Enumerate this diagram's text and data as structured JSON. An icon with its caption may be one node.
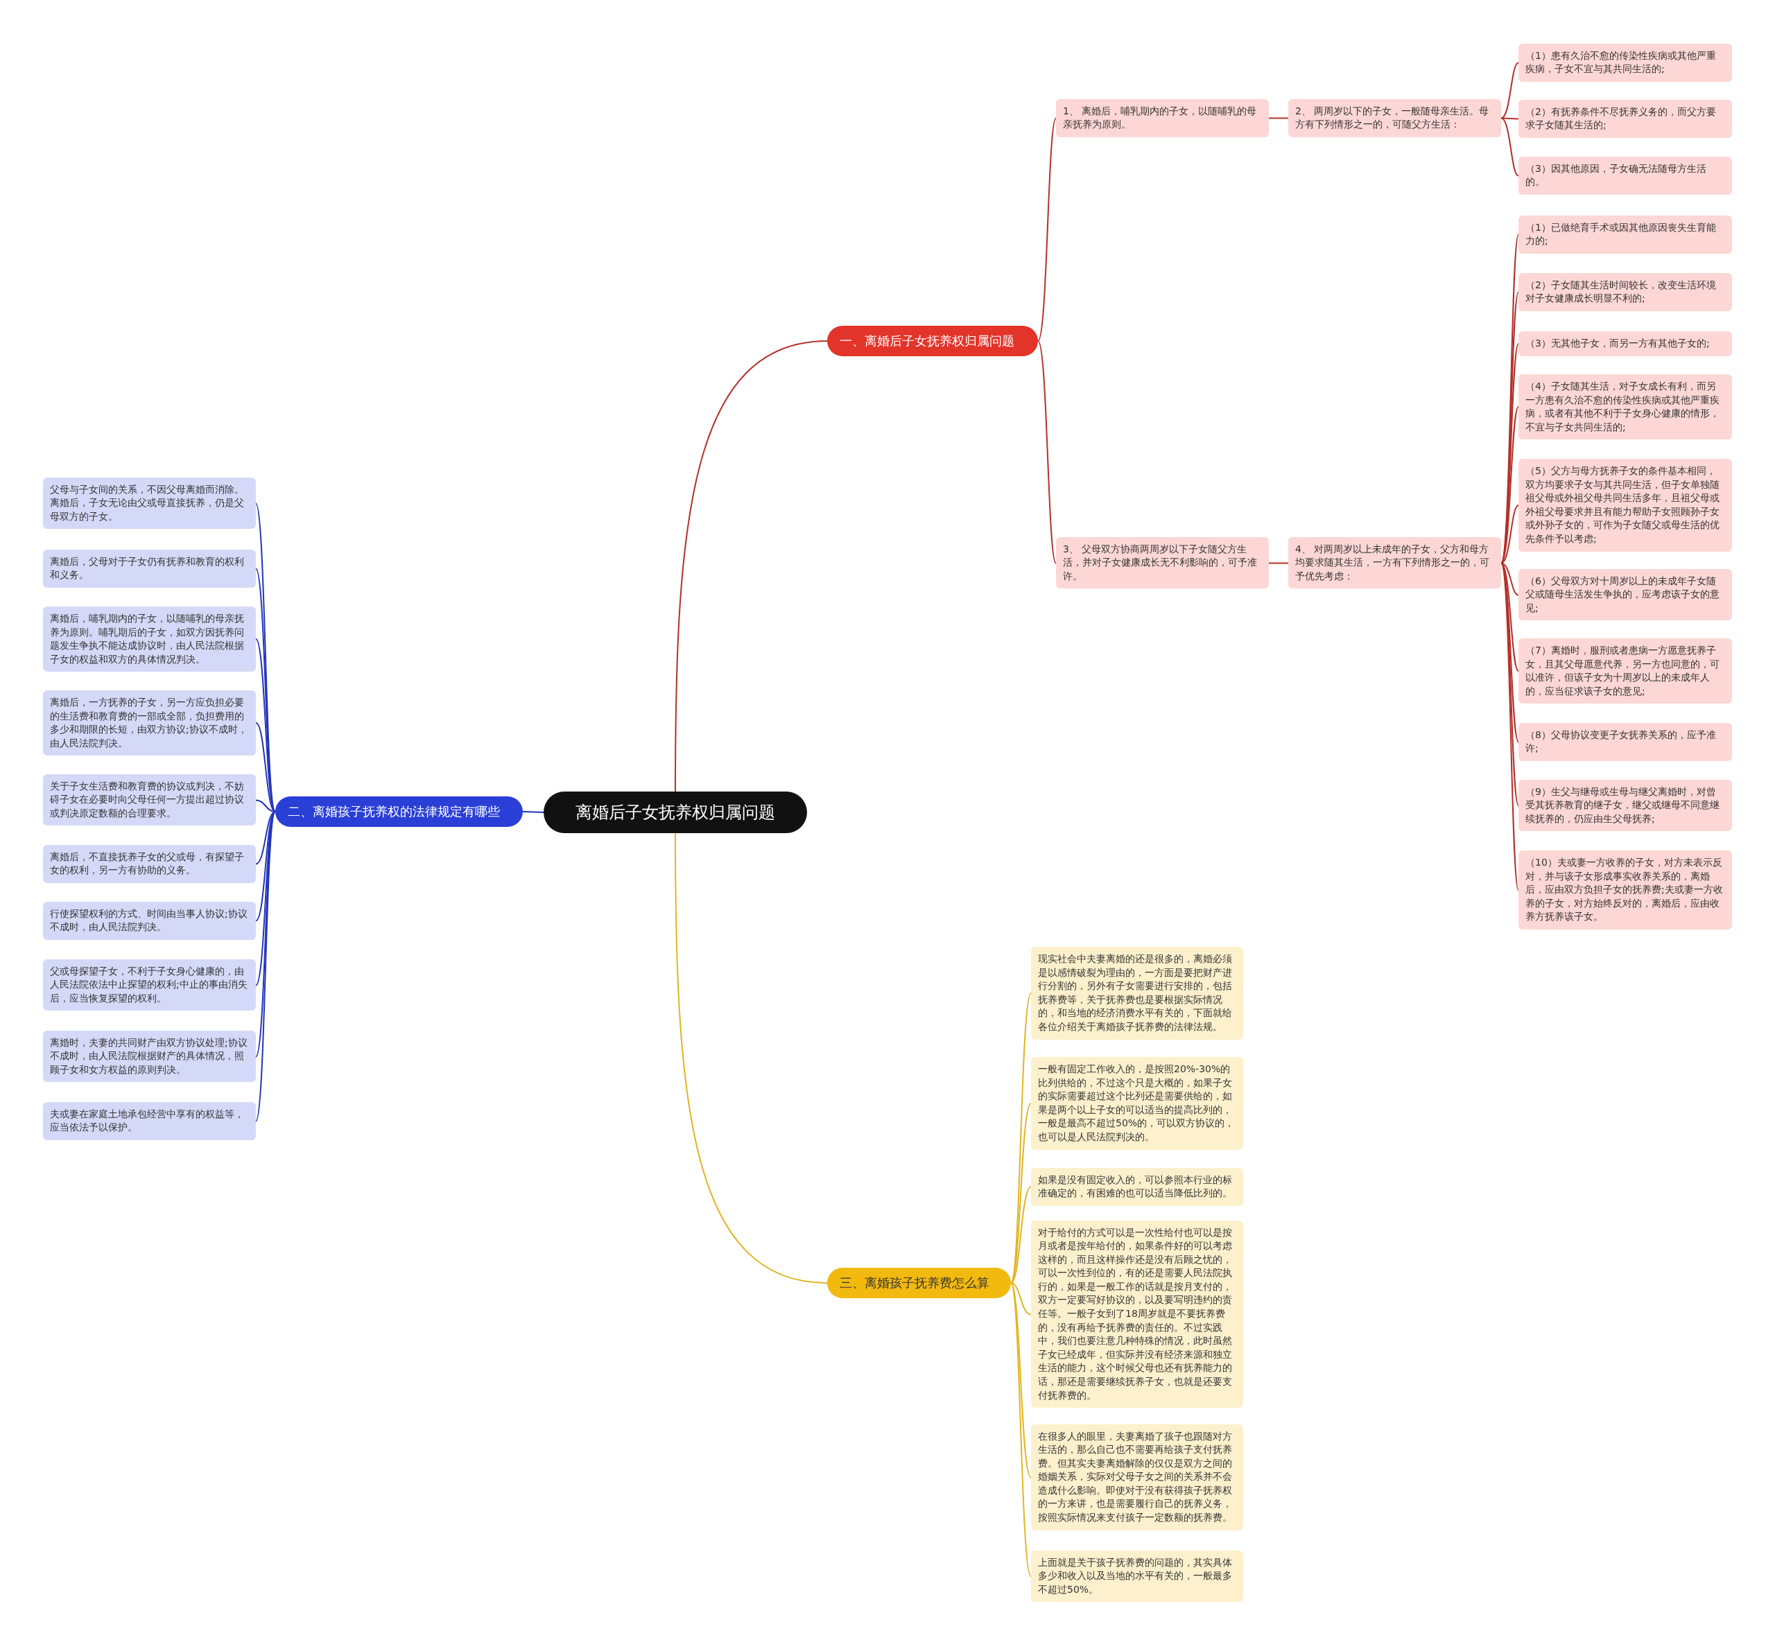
{
  "diagram": {
    "nodes": [
      {
        "text": [
          "离婚后子女抚养权归属问题"
        ]
      },
      {
        "text": [
          "一、离婚后子女抚养权归属问题"
        ]
      },
      {
        "text": [
          "1、 离婚后，哺乳期内的子女，以随哺乳的母亲抚养为原则。"
        ]
      },
      {
        "text": [
          "2、 两周岁以下的子女，一般随母亲生活。母方有下列情形之一的，可随父方生活："
        ]
      },
      {
        "text": [
          "（1）患有久治不愈的传染性疾病或其他严重疾病，子女不宜与其共同生活的;"
        ]
      },
      {
        "text": [
          "（2）有抚养条件不尽抚养义务的，而父方要求子女随其生活的;"
        ]
      },
      {
        "text": [
          "（3）因其他原因，子女确无法随母方生活的。"
        ]
      },
      {
        "text": [
          "3、 父母双方协商两周岁以下子女随父方生活，并对子女健康成长无不利影响的，可予准许。"
        ]
      },
      {
        "text": [
          "4、 对两周岁以上未成年的子女，父方和母方均要求随其生活，一方有下列情形之一的，可予优先考虑："
        ]
      },
      {
        "text": [
          "（1）已做绝育手术或因其他原因丧失生育能力的;"
        ]
      },
      {
        "text": [
          "（2）子女随其生活时间较长，改变生活环境对子女健康成长明显不利的;"
        ]
      },
      {
        "text": [
          "（3）无其他子女，而另一方有其他子女的;"
        ]
      },
      {
        "text": [
          "（4）子女随其生活，对子女成长有利，而另一方患有久治不愈的传染性疾病或其他严重疾病，或者有其他不利于子女身心健康的情形，不宜与子女共同生活的;"
        ]
      },
      {
        "text": [
          "（5）父方与母方抚养子女的条件基本相同，双方均要求子女与其共同生活，但子女单独随祖父母或外祖父母共同生活多年，且祖父母或外祖父母要求并且有能力帮助子女照顾孙子女或外孙子女的，可作为子女随父或母生活的优先条件予以考虑;"
        ]
      },
      {
        "text": [
          "（6）父母双方对十周岁以上的未成年子女随父或随母生活发生争执的，应考虑该子女的意见;"
        ]
      },
      {
        "text": [
          "（7）离婚时，服刑或者患病一方愿意抚养子女，且其父母愿意代养，另一方也同意的，可以准许，但该子女为十周岁以上的未成年人的，应当征求该子女的意见;"
        ]
      },
      {
        "text": [
          "（8）父母协议变更子女抚养关系的，应予准许;"
        ]
      },
      {
        "text": [
          "（9）生父与继母或生母与继父离婚时，对曾受其抚养教育的继子女，继父或继母不同意继续抚养的，仍应由生父母抚养;"
        ]
      },
      {
        "text": [
          "（10）夫或妻一方收养的子女，对方未表示反对，并与该子女形成事实收养关系的，离婚后，应由双方负担子女的抚养费;夫或妻一方收养的子女，对方始终反对的，离婚后，应由收养方抚养该子女。"
        ]
      },
      {
        "text": [
          "二、离婚孩子抚养权的法律规定有哪些"
        ]
      },
      {
        "text": [
          "父母与子女间的关系，不因父母离婚而消除。离婚后，子女无论由父或母直接抚养，仍是父母双方的子女。"
        ]
      },
      {
        "text": [
          "离婚后，父母对于子女仍有抚养和教育的权利和义务。"
        ]
      },
      {
        "text": [
          "离婚后，哺乳期内的子女，以随哺乳的母亲抚养为原则。哺乳期后的子女，如双方因抚养问题发生争执不能达成协议时，由人民法院根据子女的权益和双方的具体情况判决。"
        ]
      },
      {
        "text": [
          "离婚后，一方抚养的子女，另一方应负担必要的生活费和教育费的一部或全部，负担费用的多少和期限的长短，由双方协议;协议不成时，由人民法院判决。"
        ]
      },
      {
        "text": [
          "关于子女生活费和教育费的协议或判决，不妨碍子女在必要时向父母任何一方提出超过协议或判决原定数额的合理要求。"
        ]
      },
      {
        "text": [
          "离婚后，不直接抚养子女的父或母，有探望子女的权利，另一方有协助的义务。"
        ]
      },
      {
        "text": [
          "行使探望权利的方式、时间由当事人协议;协议不成时，由人民法院判决。"
        ]
      },
      {
        "text": [
          "父或母探望子女，不利于子女身心健康的，由人民法院依法中止探望的权利;中止的事由消失后，应当恢复探望的权利。"
        ]
      },
      {
        "text": [
          "离婚时，夫妻的共同财产由双方协议处理;协议不成时，由人民法院根据财产的具体情况，照顾子女和女方权益的原则判决。"
        ]
      },
      {
        "text": [
          "夫或妻在家庭土地承包经营中享有的权益等，应当依法予以保护。"
        ]
      },
      {
        "text": [
          "三、离婚孩子抚养费怎么算"
        ]
      },
      {
        "text": [
          "现实社会中夫妻离婚的还是很多的，离婚必须是以感情破裂为理由的，一方面是要把财产进行分割的，另外有子女需要进行安排的，包括抚养费等，关于抚养费也是要根据实际情况的，和当地的经济消费水平有关的，下面就给各位介绍关于离婚孩子抚养费的法律法规。"
        ]
      },
      {
        "text": [
          "一般有固定工作收入的，是按照20%-30%的比列供给的，不过这个只是大概的，如果子女的实际需要超过这个比列还是需要供给的，如果是两个以上子女的可以适当的提高比列的，一般是最高不超过50%的，可以双方协议的，也可以是人民法院判决的。"
        ]
      },
      {
        "text": [
          "如果是没有固定收入的，可以参照本行业的标准确定的，有困难的也可以适当降低比列的。"
        ]
      },
      {
        "text": [
          "对于给付的方式可以是一次性给付也可以是按月或者是按年给付的，如果条件好的可以考虑这样的，而且这样操作还是没有后顾之忧的，可以一次性到位的，有的还是需要人民法院执行的，如果是一般工作的话就是按月支付的，双方一定要写好协议的，以及要写明违约的责任等。一般子女到了18周岁就是不要抚养费的，没有再给予抚养费的责任的。不过实践中，我们也要注意几种特殊的情况，此时虽然子女已经成年，但实际并没有经济来源和独立生活的能力，这个时候父母也还有抚养能力的话，那还是需要继续抚养子女，也就是还要支付抚养费的。"
        ]
      },
      {
        "text": [
          "在很多人的眼里，夫妻离婚了孩子也跟随对方生活的，那么自己也不需要再给孩子支付抚养费。但其实夫妻离婚解除的仅仅是双方之间的婚姻关系，实际对父母子女之间的关系并不会造成什么影响。即使对于没有获得孩子抚养权的一方来讲，也是需要履行自己的抚养义务，按照实际情况来支付孩子一定数额的抚养费。"
        ]
      },
      {
        "text": [
          "上面就是关于孩子抚养费的问题的，其实具体多少和收入以及当地的水平有关的，一般最多不超过50%。"
        ]
      }
    ],
    "edges": [
      {
        "from": 0,
        "to": 1,
        "arrow": "none"
      },
      {
        "from": 1,
        "to": 2,
        "arrow": "none"
      },
      {
        "from": 2,
        "to": 3,
        "arrow": "none"
      },
      {
        "from": 3,
        "to": 4,
        "arrow": "none"
      },
      {
        "from": 3,
        "to": 5,
        "arrow": "none"
      },
      {
        "from": 3,
        "to": 6,
        "arrow": "none"
      },
      {
        "from": 1,
        "to": 7,
        "arrow": "none"
      },
      {
        "from": 7,
        "to": 8,
        "arrow": "none"
      },
      {
        "from": 8,
        "to": 9,
        "arrow": "none"
      },
      {
        "from": 8,
        "to": 10,
        "arrow": "none"
      },
      {
        "from": 8,
        "to": 11,
        "arrow": "none"
      },
      {
        "from": 8,
        "to": 12,
        "arrow": "none"
      },
      {
        "from": 8,
        "to": 13,
        "arrow": "none"
      },
      {
        "from": 8,
        "to": 14,
        "arrow": "none"
      },
      {
        "from": 8,
        "to": 15,
        "arrow": "none"
      },
      {
        "from": 8,
        "to": 16,
        "arrow": "none"
      },
      {
        "from": 8,
        "to": 17,
        "arrow": "none"
      },
      {
        "from": 8,
        "to": 18,
        "arrow": "none"
      },
      {
        "from": 0,
        "to": 19,
        "arrow": "none",
        "color": "#2233bb"
      },
      {
        "from": 19,
        "to": 20,
        "arrow": "none",
        "color": "#2233bb"
      },
      {
        "from": 19,
        "to": 21,
        "arrow": "none",
        "color": "#2233bb"
      },
      {
        "from": 19,
        "to": 22,
        "arrow": "none",
        "color": "#2233bb"
      },
      {
        "from": 19,
        "to": 23,
        "arrow": "none",
        "color": "#2233bb"
      },
      {
        "from": 19,
        "to": 24,
        "arrow": "none",
        "color": "#2233bb"
      },
      {
        "from": 19,
        "to": 25,
        "arrow": "none",
        "color": "#2233bb"
      },
      {
        "from": 19,
        "to": 26,
        "arrow": "none",
        "color": "#2233bb"
      },
      {
        "from": 19,
        "to": 27,
        "arrow": "none",
        "color": "#2233bb"
      },
      {
        "from": 19,
        "to": 28,
        "arrow": "none",
        "color": "#2233bb"
      },
      {
        "from": 19,
        "to": 29,
        "arrow": "none",
        "color": "#2233bb"
      },
      {
        "from": 0,
        "to": 30,
        "arrow": "none",
        "color": "#e2b422"
      },
      {
        "from": 30,
        "to": 31,
        "arrow": "none",
        "color": "#e2b422"
      },
      {
        "from": 30,
        "to": 32,
        "arrow": "none",
        "color": "#e2b422"
      },
      {
        "from": 30,
        "to": 33,
        "arrow": "none",
        "color": "#e2b422"
      },
      {
        "from": 30,
        "to": 34,
        "arrow": "none",
        "color": "#e2b422"
      },
      {
        "from": 30,
        "to": 35,
        "arrow": "none",
        "color": "#e2b422"
      },
      {
        "from": 30,
        "to": 36,
        "arrow": "none",
        "color": "#e2b422"
      }
    ]
  }
}
